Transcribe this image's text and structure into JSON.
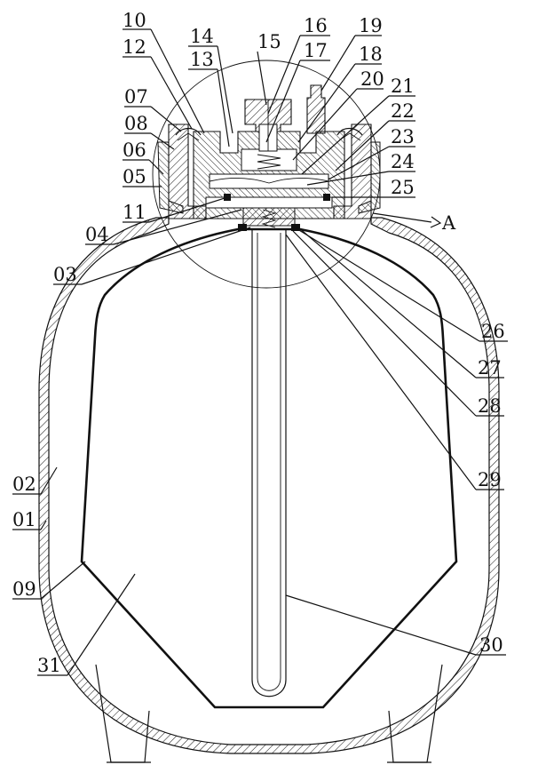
{
  "figure": {
    "part_labels": {
      "p01": "01",
      "p02": "02",
      "p03": "03",
      "p04": "04",
      "p05": "05",
      "p06": "06",
      "p07": "07",
      "p08": "08",
      "p09": "09",
      "p10": "10",
      "p11": "11",
      "p12": "12",
      "p13": "13",
      "p14": "14",
      "p15": "15",
      "p16": "16",
      "p17": "17",
      "p18": "18",
      "p19": "19",
      "p20": "20",
      "p21": "21",
      "p22": "22",
      "p23": "23",
      "p24": "24",
      "p25": "25",
      "p26": "26",
      "p27": "27",
      "p28": "28",
      "p29": "29",
      "p30": "30",
      "p31": "31"
    },
    "detail_marker": "A"
  }
}
